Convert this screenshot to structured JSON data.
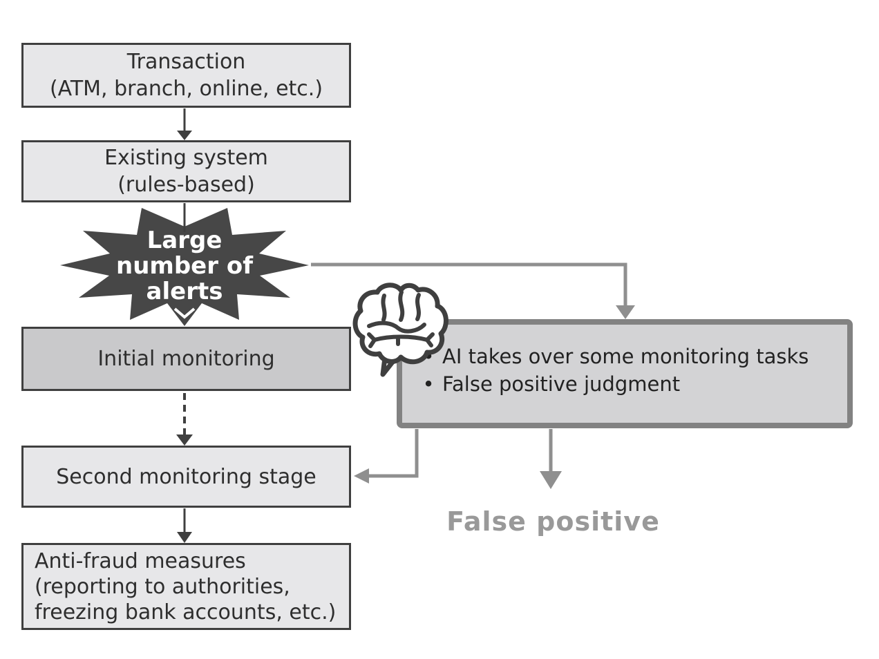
{
  "diagram": {
    "boxes": {
      "transaction": {
        "line1": "Transaction",
        "line2": "(ATM, branch, online, etc.)"
      },
      "existing": {
        "line1": "Existing system",
        "line2": "(rules-based)"
      },
      "initial": {
        "line1": "Initial monitoring"
      },
      "second": {
        "line1": "Second monitoring stage"
      },
      "antifraud": {
        "line1": "Anti-fraud measures",
        "line2": "(reporting to authorities,",
        "line3": "freezing bank accounts, etc.)"
      }
    },
    "starburst": {
      "line1": "Large",
      "line2": "number of",
      "line3": "alerts"
    },
    "ai_box": {
      "bullets": [
        "AI takes over some monitoring tasks",
        "False positive judgment"
      ]
    },
    "labels": {
      "false_positive": "False positive"
    },
    "icons": {
      "brain": "brain-icon"
    },
    "colors": {
      "box_fill": "#e7e7e9",
      "initial_box_fill": "#c9c9cb",
      "star_fill": "#474747",
      "dark_stroke": "#3f3f3f",
      "gray_connector": "#8f8f8f",
      "ai_box_fill": "#d3d3d5",
      "ai_box_border": "#828282",
      "false_positive_text": "#999999"
    }
  }
}
